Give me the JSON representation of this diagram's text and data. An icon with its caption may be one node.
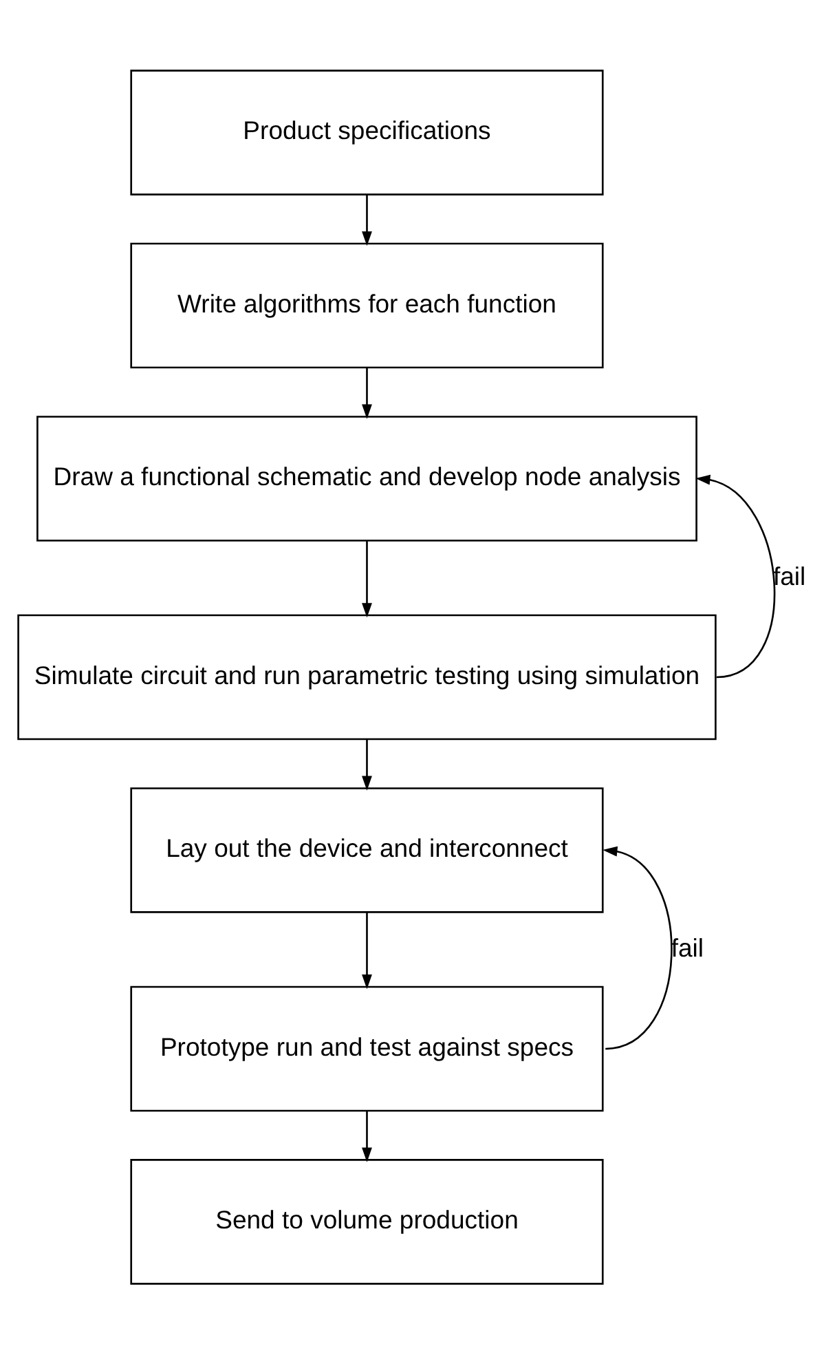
{
  "diagram": {
    "nodes": [
      {
        "text": [
          "Product specifications"
        ]
      },
      {
        "text": [
          "Write algorithms for each function"
        ]
      },
      {
        "text": [
          "Draw a functional schematic and develop node analysis"
        ]
      },
      {
        "text": [
          "Simulate circuit and run parametric testing using simulation"
        ]
      },
      {
        "text": [
          "Lay out the device and interconnect"
        ]
      },
      {
        "text": [
          "Prototype run and test against specs"
        ]
      },
      {
        "text": [
          "Send to volume production"
        ]
      }
    ],
    "edges": [
      {
        "from": 0,
        "to": 1,
        "arrow": "to"
      },
      {
        "from": 1,
        "to": 2,
        "arrow": "to"
      },
      {
        "from": 2,
        "to": 3,
        "arrow": "to"
      },
      {
        "from": 3,
        "to": 2,
        "arrow": "to",
        "label": "fail"
      },
      {
        "from": 3,
        "to": 4,
        "arrow": "to"
      },
      {
        "from": 4,
        "to": 5,
        "arrow": "to"
      },
      {
        "from": 5,
        "to": 4,
        "arrow": "to",
        "label": "fail"
      },
      {
        "from": 5,
        "to": 6,
        "arrow": "to"
      }
    ]
  }
}
